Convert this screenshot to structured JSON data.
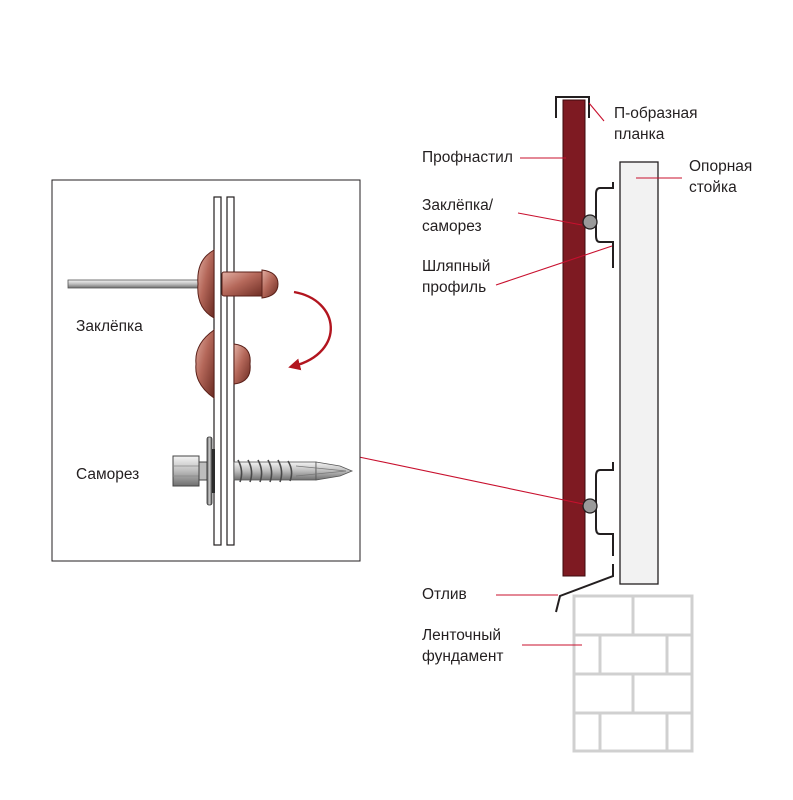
{
  "labels": {
    "u_strip": [
      "П-образная",
      "планка"
    ],
    "profiled_sheet": "Профнастил",
    "support_post": [
      "Опорная",
      "стойка"
    ],
    "rivet_screw": [
      "Заклёпка/",
      "саморез"
    ],
    "hat_profile": [
      "Шляпный",
      "профиль"
    ],
    "drip": "Отлив",
    "foundation": [
      "Ленточный",
      "фундамент"
    ],
    "inset_rivet": "Заклёпка",
    "inset_screw": "Саморез"
  },
  "colors": {
    "sheet": "#7e1a22",
    "sheet_edge": "#3d0a0e",
    "leader": "#c8102e",
    "arrow": "#b2151f",
    "rivet": "#b5685a",
    "line": "#231f20",
    "brick": "#d0d0d0",
    "post_fill": "#f2f2f2"
  },
  "icons": {
    "rotate_arrow": "curved-arrow-icon",
    "rivet": "rivet-icon",
    "screw": "self-tapping-screw-icon"
  }
}
